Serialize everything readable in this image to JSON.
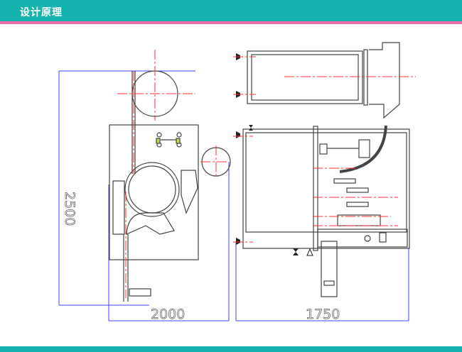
{
  "header": {
    "title": "设计原理"
  },
  "drawing": {
    "dimensions": {
      "height": "2500",
      "width_left": "2000",
      "width_right": "1750"
    },
    "colors": {
      "header": "#14b3ad",
      "accent_line": "#f06ba4",
      "dimension_line": "#3333ff",
      "center_line": "#ff3333"
    }
  }
}
